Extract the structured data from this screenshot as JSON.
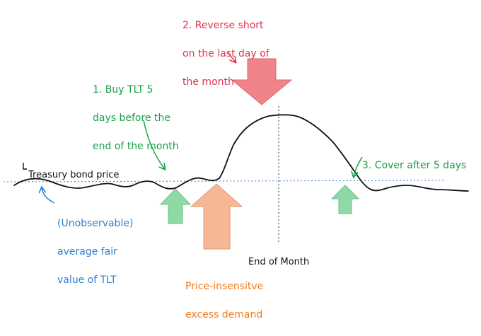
{
  "labels": {
    "reverse_short": [
      "2. Reverse short",
      "on the last day of",
      "the month"
    ],
    "buy_tlt": [
      "1. Buy TLT 5",
      "days before the",
      "end of the month"
    ],
    "cover": "3. Cover after 5 days",
    "bond_price": "Treasury bond price",
    "fair_value": [
      "(Unobservable)",
      "average fair",
      "value of TLT"
    ],
    "end_of_month": "End of Month",
    "excess_demand": [
      "Price-insensitve",
      "excess demand"
    ]
  },
  "colors": {
    "red_text": "#e0334b",
    "red_arrow": "#f0828a",
    "green_text": "#18a04a",
    "green_arrow": "#8fd9a6",
    "blue_text": "#2e7fd1",
    "blue_dotted": "#3a7fd8",
    "orange_text": "#f07a1a",
    "orange_arrow": "#f6b894",
    "curve": "#111111"
  }
}
